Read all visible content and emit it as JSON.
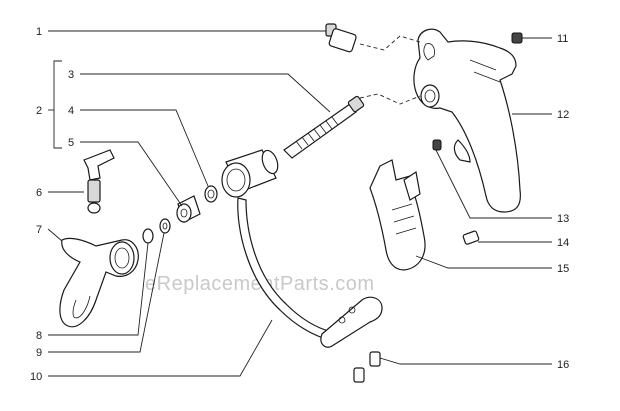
{
  "diagram": {
    "watermark": "eReplacementParts.com",
    "callouts": [
      {
        "id": "c1",
        "label": "1"
      },
      {
        "id": "c2",
        "label": "2"
      },
      {
        "id": "c3",
        "label": "3"
      },
      {
        "id": "c4",
        "label": "4"
      },
      {
        "id": "c5",
        "label": "5"
      },
      {
        "id": "c6",
        "label": "6"
      },
      {
        "id": "c7",
        "label": "7"
      },
      {
        "id": "c8",
        "label": "8"
      },
      {
        "id": "c9",
        "label": "9"
      },
      {
        "id": "c10",
        "label": "10"
      },
      {
        "id": "c11",
        "label": "11"
      },
      {
        "id": "c12",
        "label": "12"
      },
      {
        "id": "c13",
        "label": "13"
      },
      {
        "id": "c14",
        "label": "14"
      },
      {
        "id": "c15",
        "label": "15"
      },
      {
        "id": "c16",
        "label": "16"
      }
    ]
  }
}
